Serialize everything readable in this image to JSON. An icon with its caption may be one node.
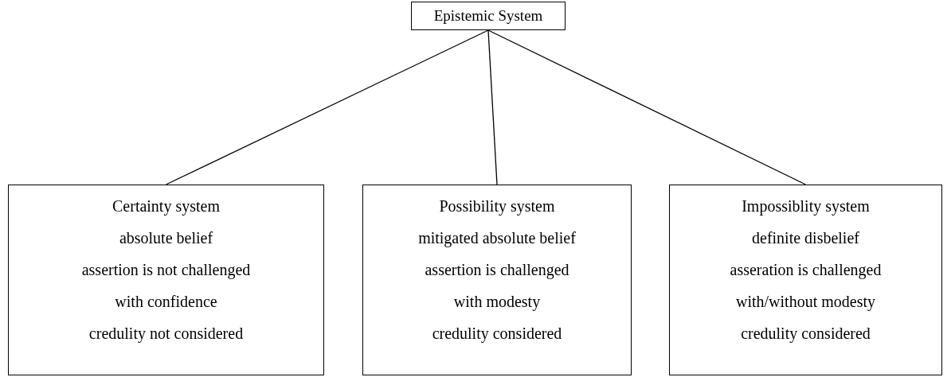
{
  "diagram": {
    "nodes": [
      {
        "text": [
          "Epistemic System"
        ]
      },
      {
        "text": [
          "Certainty system",
          "absolute belief",
          "assertion is not challenged",
          "with confidence",
          "credulity not considered"
        ]
      },
      {
        "text": [
          "Possibility system",
          "mitigated absolute belief",
          "assertion is challenged",
          "with modesty",
          "credulity considered"
        ]
      },
      {
        "text": [
          "Impossiblity system",
          "definite disbelief",
          "asseration is challenged",
          "with/without modesty",
          "credulity considered"
        ]
      }
    ],
    "edges": [
      {
        "from": 0,
        "to": 1,
        "arrow": "none"
      },
      {
        "from": 0,
        "to": 2,
        "arrow": "none"
      },
      {
        "from": 0,
        "to": 3,
        "arrow": "none"
      }
    ]
  }
}
